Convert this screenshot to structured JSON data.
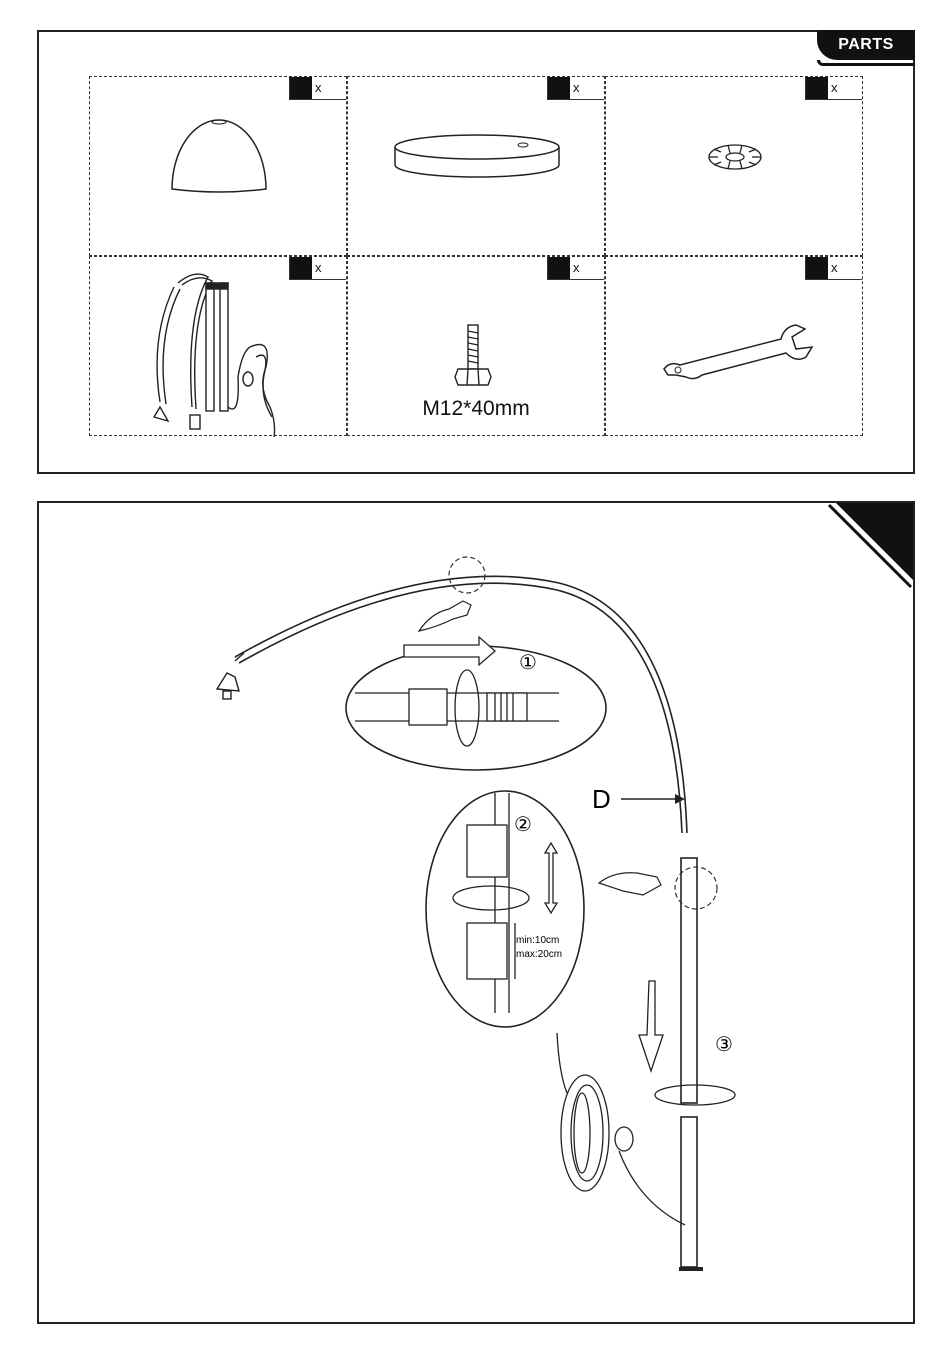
{
  "parts_header": {
    "label": "PARTS"
  },
  "parts": [
    {
      "name": "lamp-shade",
      "qty_mark": "x"
    },
    {
      "name": "base-disc",
      "qty_mark": "x"
    },
    {
      "name": "toothed-washer",
      "qty_mark": "x"
    },
    {
      "name": "arc-pole-with-cord",
      "qty_mark": "x"
    },
    {
      "name": "bolt",
      "qty_mark": "x",
      "label": "M12*40mm"
    },
    {
      "name": "wrench",
      "qty_mark": "x"
    }
  ],
  "assembly": {
    "step1": "①",
    "step2": "②",
    "step3": "③",
    "pointer_label": "D",
    "range_min": "min:10cm",
    "range_max": "max:20cm"
  }
}
